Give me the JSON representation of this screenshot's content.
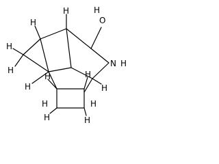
{
  "structure": {
    "atoms": {
      "oxygen": "O",
      "hydroxyl_h": "H",
      "nitrogen": "N",
      "amine_h": "H"
    },
    "hydrogens": [
      "H",
      "H",
      "H",
      "H",
      "H",
      "H",
      "H",
      "H",
      "H",
      "H",
      "H",
      "H"
    ]
  }
}
